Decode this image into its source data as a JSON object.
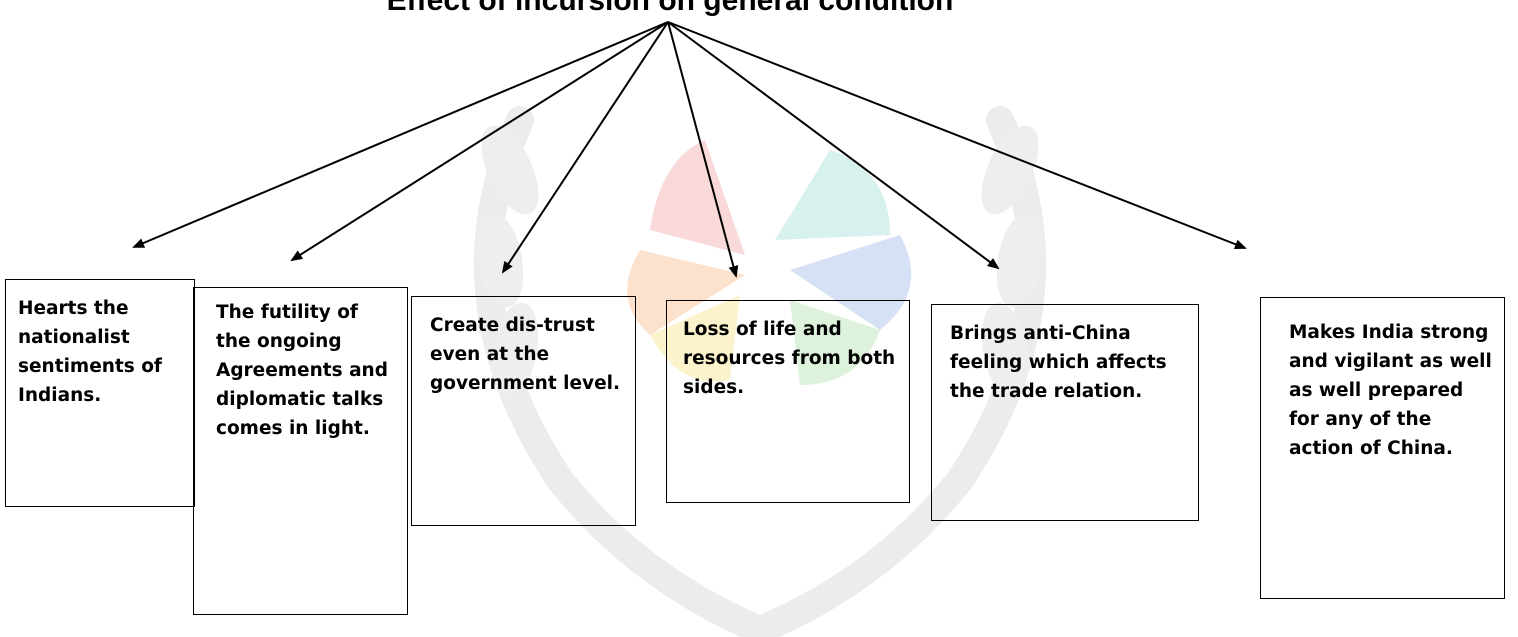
{
  "title": "Effect of incursion on general condition",
  "boxes": [
    {
      "text": "Hearts the nationalist sentiments of Indians."
    },
    {
      "text": "The futility of the ongoing Agreements and diplomatic talks comes in light."
    },
    {
      "text": "Create dis-trust even at the government level."
    },
    {
      "text": "Loss of life and resources from both sides."
    },
    {
      "text": "Brings anti-China feeling which affects the trade relation."
    },
    {
      "text": "Makes India strong and vigilant as well as well prepared for any of the action of China."
    }
  ],
  "colors": {
    "text": "#000000",
    "watermark_gray": "#e9e9e9",
    "watermark_red": "#f7c9c9",
    "watermark_blue": "#c9d7f2",
    "watermark_teal": "#c9eeea",
    "watermark_yellow": "#fbf0c4",
    "watermark_green": "#d3efd3"
  }
}
